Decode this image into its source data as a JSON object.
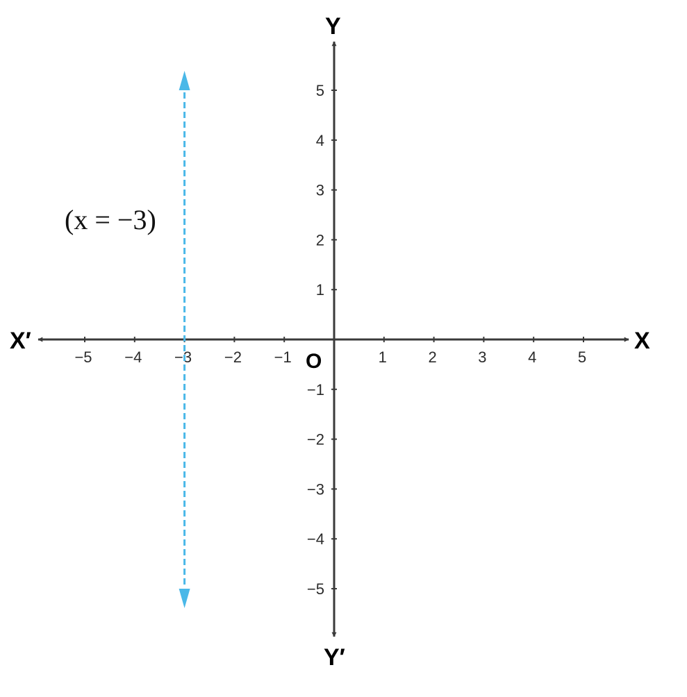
{
  "chart_data": {
    "type": "line",
    "xlim": [
      -5,
      5
    ],
    "ylim": [
      -5,
      5
    ],
    "grid": false,
    "x_ticks": [
      -5,
      -4,
      -3,
      -2,
      -1,
      1,
      2,
      3,
      4,
      5
    ],
    "y_ticks": [
      -5,
      -4,
      -3,
      -2,
      -1,
      1,
      2,
      3,
      4,
      5
    ],
    "x_tick_labels": [
      "−5",
      "−4",
      "−3",
      "−2",
      "−1",
      "1",
      "2",
      "3",
      "4",
      "5"
    ],
    "y_tick_labels": [
      "−5",
      "−4",
      "−3",
      "−2",
      "−1",
      "1",
      "2",
      "3",
      "4",
      "5"
    ],
    "axis_labels": {
      "x_positive": "X",
      "x_negative": "X′",
      "y_positive": "Y",
      "y_negative": "Y′",
      "origin": "O"
    },
    "series": [
      {
        "label": "(x = −3)",
        "line_style": "dashed",
        "arrows": "both",
        "x": [
          -3,
          -3
        ],
        "y": [
          -5,
          5
        ]
      }
    ],
    "colors": {
      "axes": "#3a3a3a",
      "line": "#4ab8e8"
    }
  }
}
